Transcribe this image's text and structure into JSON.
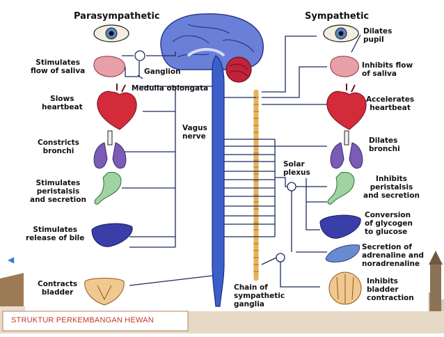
{
  "diagram": {
    "headers": {
      "parasympathetic": "Parasympathetic",
      "sympathetic": "Sympathetic"
    },
    "center_labels": {
      "ganglion": "Ganglion",
      "medulla": "Medulla oblongata",
      "vagus": "Vagus\nnerve",
      "solar_plexus": "Solar\nplexus",
      "chain": "Chain of\nsympathetic\nganglia"
    },
    "parasympathetic_effects": [
      "Stimulates\nflow of saliva",
      "Slows\nheartbeat",
      "Constricts\nbronchi",
      "Stimulates\nperistalsis\nand secretion",
      "Stimulates\nrelease of bile",
      "Contracts\nbladder"
    ],
    "sympathetic_effects": [
      "Dilates\npupil",
      "Inhibits flow\nof saliva",
      "Accelerates\nheartbeat",
      "Dilates\nbronchi",
      "Inhibits\nperistalsis\nand secretion",
      "Conversion\nof glycogen\nto glucose",
      "Secretion of\nadrenaline and\nnoradrenaline",
      "Inhibits\nbladder\ncontraction"
    ],
    "organ_icons": [
      "eye-icon",
      "salivary-gland-icon",
      "heart-icon",
      "lungs-icon",
      "stomach-icon",
      "liver-icon",
      "adrenal-gland-icon",
      "bladder-icon",
      "brain-icon",
      "spinal-cord-icon"
    ],
    "colors": {
      "nerve_line": "#1a2a5c",
      "spinal_cord": "#3b5fc9",
      "brain": "#6a7fd8",
      "cerebellum": "#c0233a",
      "chain": "#e8b25a",
      "heart": "#d42b3a",
      "lungs": "#7a5bb5",
      "stomach": "#9fd4a0",
      "liver": "#3a3ea8"
    }
  },
  "footer": {
    "text": "STRUKTUR PERKEMBANGAN HEWAN",
    "icon": "speaker-icon"
  }
}
